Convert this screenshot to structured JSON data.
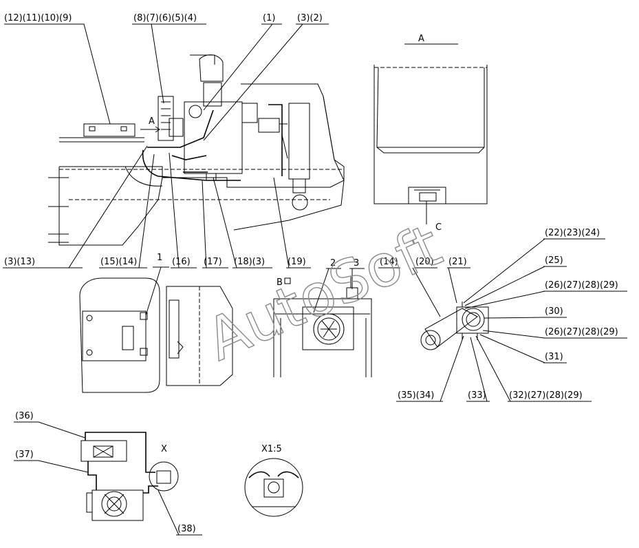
{
  "callouts": {
    "c12_11_10_9": "(12)(11)(10)(9)",
    "c8_7_6_5_4": "(8)(7)(6)(5)(4)",
    "c1": "(1)",
    "c3_2": "(3)(2)",
    "c3_13": "(3)(13)",
    "c15_14": "(15)(14)",
    "c16": "(16)",
    "c17": "(17)",
    "c18_3": "(18)(3)",
    "c19": "(19)",
    "c14": "(14)",
    "c20": "(20)",
    "c21": "(21)",
    "c22_23_24": "(22)(23)(24)",
    "c25": "(25)",
    "c26_27_28_29_a": "(26)(27)(28)(29)",
    "c30": "(30)",
    "c26_27_28_29_b": "(26)(27)(28)(29)",
    "c31": "(31)",
    "c35_34": "(35)(34)",
    "c33": "(33)",
    "c32_27_28_29": "(32)(27)(28)(29)",
    "c36": "(36)",
    "c37": "(37)",
    "c38": "(38)"
  },
  "view_labels": {
    "view_a_title": "A",
    "arrow_a": "A",
    "label_c": "C",
    "label_b": "B",
    "num_1": "1",
    "num_2": "2",
    "num_3": "3",
    "view_x": "X",
    "view_x_scale": "X1:5"
  },
  "watermark": "AutoSoft"
}
